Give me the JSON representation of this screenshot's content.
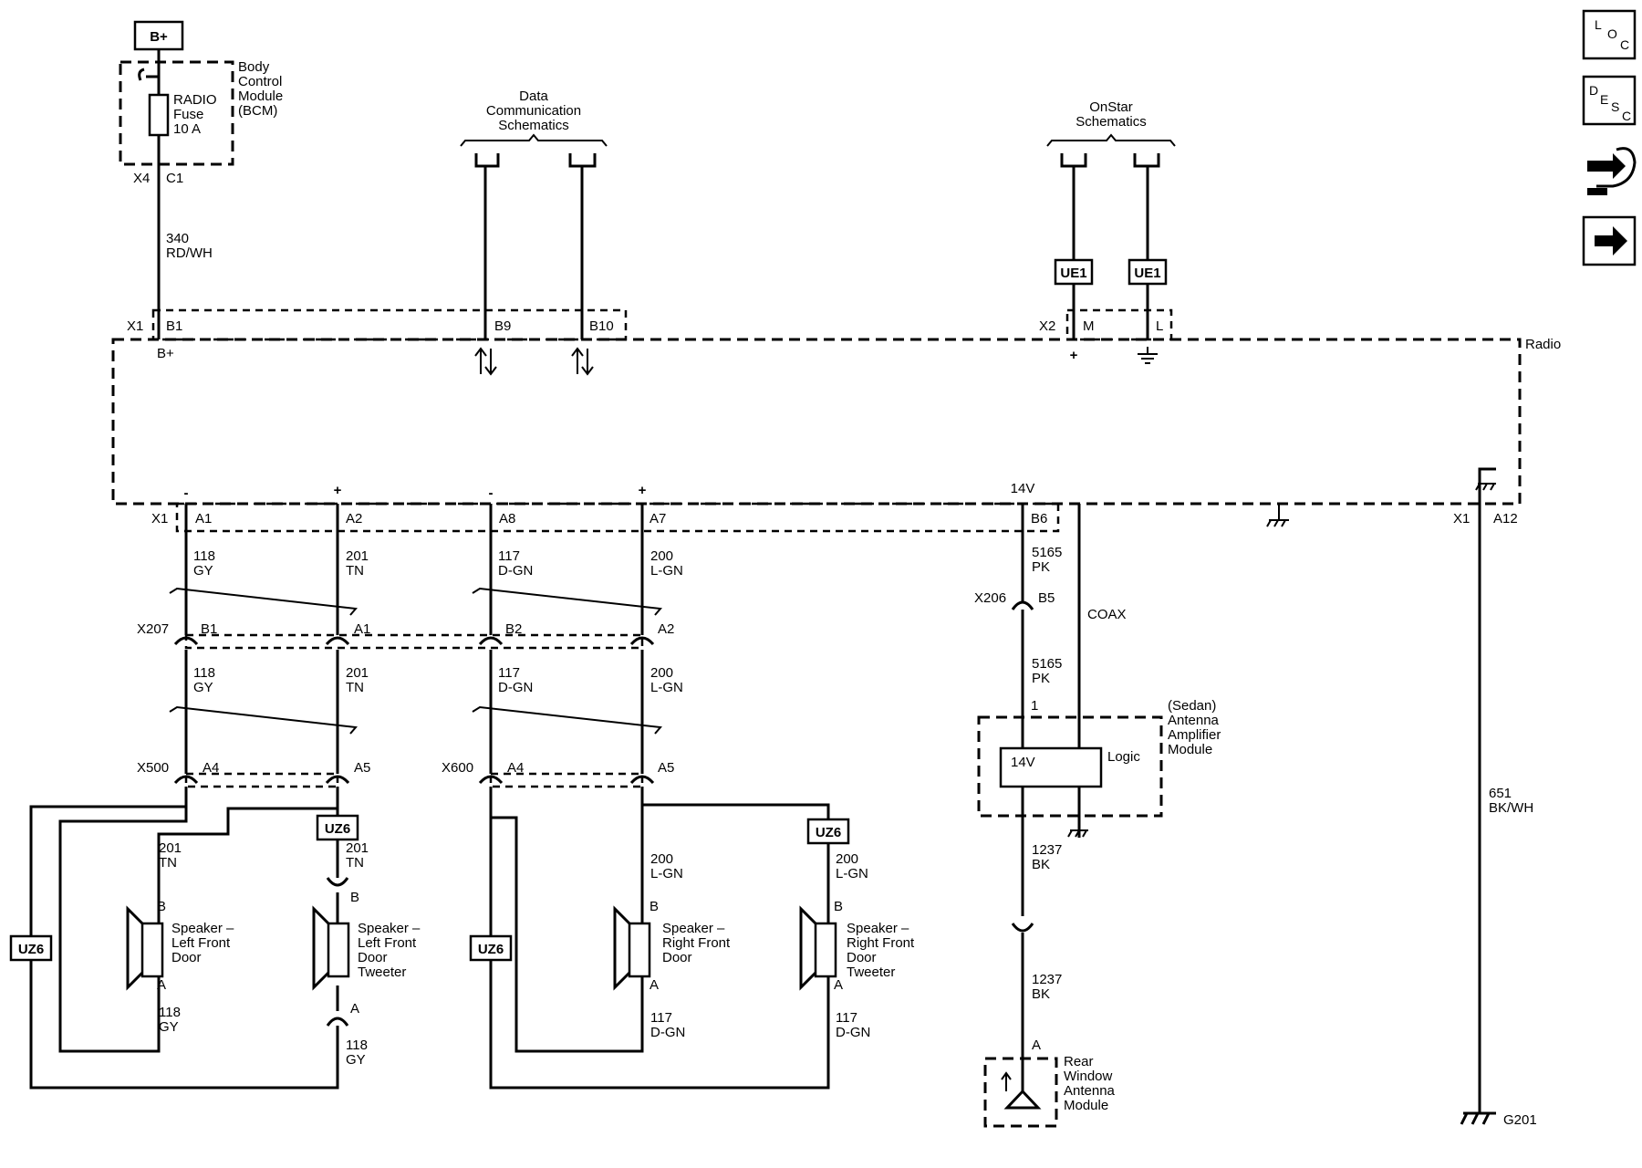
{
  "power": {
    "bplus_top": "B+",
    "bcm_lines": [
      "Body",
      "Control",
      "Module",
      "(BCM)"
    ],
    "fuse_lines": [
      "RADIO",
      "Fuse",
      "10 A"
    ],
    "conn_x4": "X4",
    "pin_c1": "C1",
    "wire_340": [
      "340",
      "RD/WH"
    ]
  },
  "data_comm": {
    "lines": [
      "Data",
      "Communication",
      "Schematics"
    ]
  },
  "onstar": {
    "lines": [
      "OnStar",
      "Schematics"
    ]
  },
  "radio": {
    "label": "Radio",
    "x1_top": "X1",
    "pin_b1": "B1",
    "pin_b9": "B9",
    "pin_b10": "B10",
    "bplus": "B+",
    "x2": "X2",
    "pin_m": "M",
    "pin_l": "L",
    "plus": "+",
    "ue1": "UE1"
  },
  "radio_bottom": {
    "x1": "X1",
    "pins": [
      "A1",
      "A2",
      "A8",
      "A7",
      "B6"
    ],
    "signs": [
      "-",
      "+",
      "-",
      "+",
      "14V"
    ],
    "x1_right": "X1",
    "pin_a12": "A12"
  },
  "wires": {
    "w118": [
      "118",
      "GY"
    ],
    "w201": [
      "201",
      "TN"
    ],
    "w117": [
      "117",
      "D-GN"
    ],
    "w200": [
      "200",
      "L-GN"
    ],
    "w5165": [
      "5165",
      "PK"
    ],
    "coax": "COAX",
    "w1237": [
      "1237",
      "BK"
    ],
    "w651": [
      "651",
      "BK/WH"
    ]
  },
  "connectors": {
    "x207": "X207",
    "x207_pins": [
      "B1",
      "A1",
      "B2",
      "A2"
    ],
    "x500": "X500",
    "x500_pins": [
      "A4",
      "A5"
    ],
    "x600": "X600",
    "x600_pins": [
      "A4",
      "A5"
    ],
    "x206": "X206",
    "x206_pin": "B5"
  },
  "uz6": "UZ6",
  "speakers": {
    "lf_door": [
      "Speaker –",
      "Left Front",
      "Door"
    ],
    "lf_tweeter": [
      "Speaker –",
      "Left Front",
      "Door",
      "Tweeter"
    ],
    "rf_door": [
      "Speaker –",
      "Right Front",
      "Door"
    ],
    "rf_tweeter": [
      "Speaker –",
      "Right Front",
      "Door",
      "Tweeter"
    ],
    "pin_a": "A",
    "pin_b": "B"
  },
  "amp": {
    "lines": [
      "(Sedan)",
      "Antenna",
      "Amplifier",
      "Module"
    ],
    "v14": "14V",
    "logic": "Logic",
    "pin1": "1"
  },
  "antenna": {
    "lines": [
      "Rear",
      "Window",
      "Antenna",
      "Module"
    ],
    "pin_a": "A"
  },
  "ground": {
    "g201": "G201"
  },
  "nav": {
    "loc": [
      "L",
      "O",
      "C"
    ],
    "desc": [
      "D",
      "E",
      "S",
      "C"
    ]
  }
}
